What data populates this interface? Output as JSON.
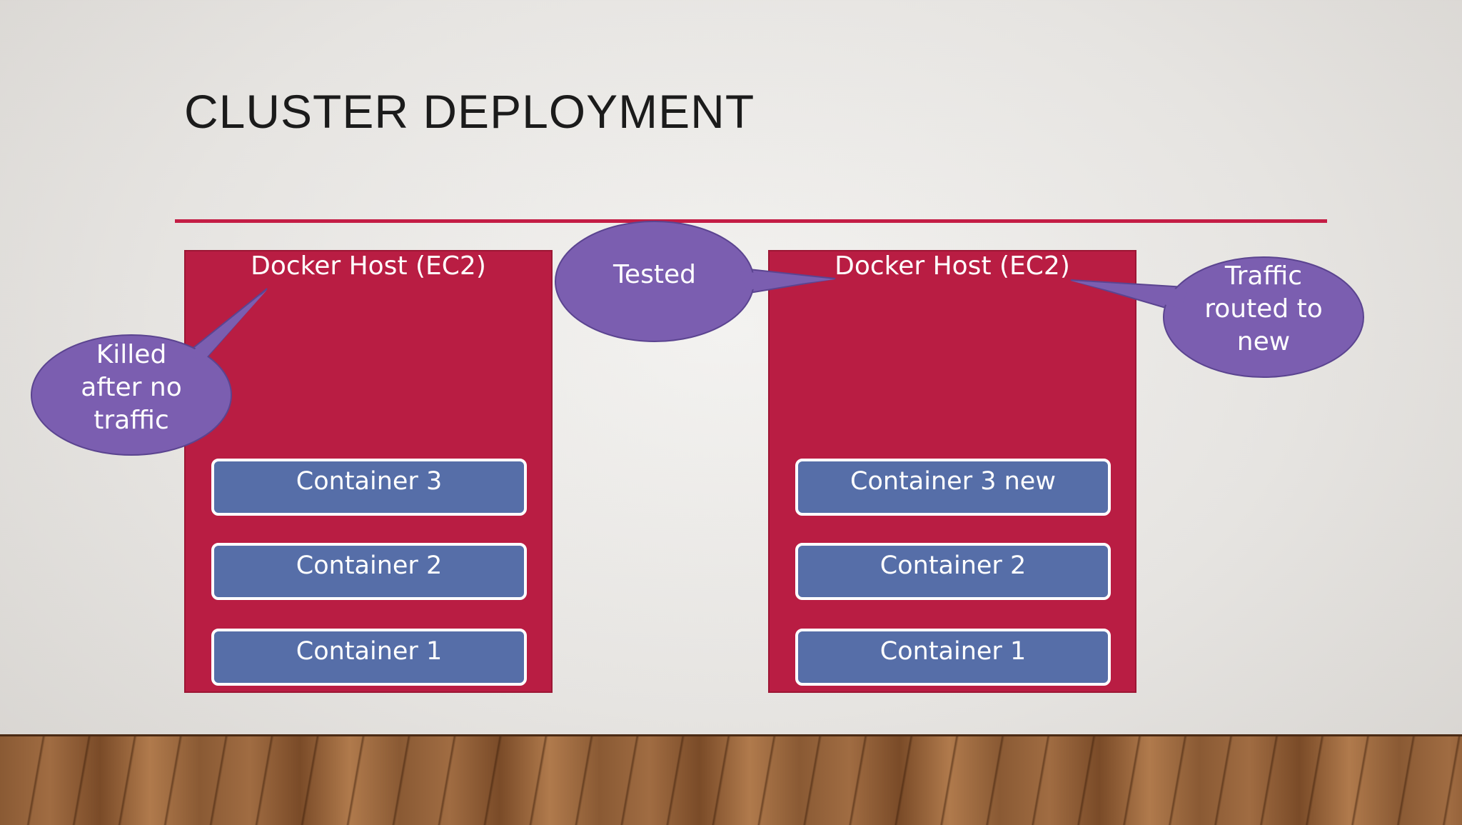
{
  "slide": {
    "title": "CLUSTER DEPLOYMENT"
  },
  "hosts": [
    {
      "label": "Docker Host (EC2)",
      "containers": [
        "Container 3",
        "Container 2",
        "Container 1"
      ]
    },
    {
      "label": "Docker Host (EC2)",
      "containers": [
        "Container 3 new",
        "Container 2",
        "Container 1"
      ]
    }
  ],
  "callouts": {
    "killed": "Killed\nafter no\ntraffic",
    "tested": "Tested",
    "traffic": "Traffic\nrouted to\nnew"
  },
  "colors": {
    "accent_rule": "#c41d45",
    "host_fill": "#b91d43",
    "container_fill": "#566ea8",
    "callout_fill": "#7b5eb0"
  }
}
